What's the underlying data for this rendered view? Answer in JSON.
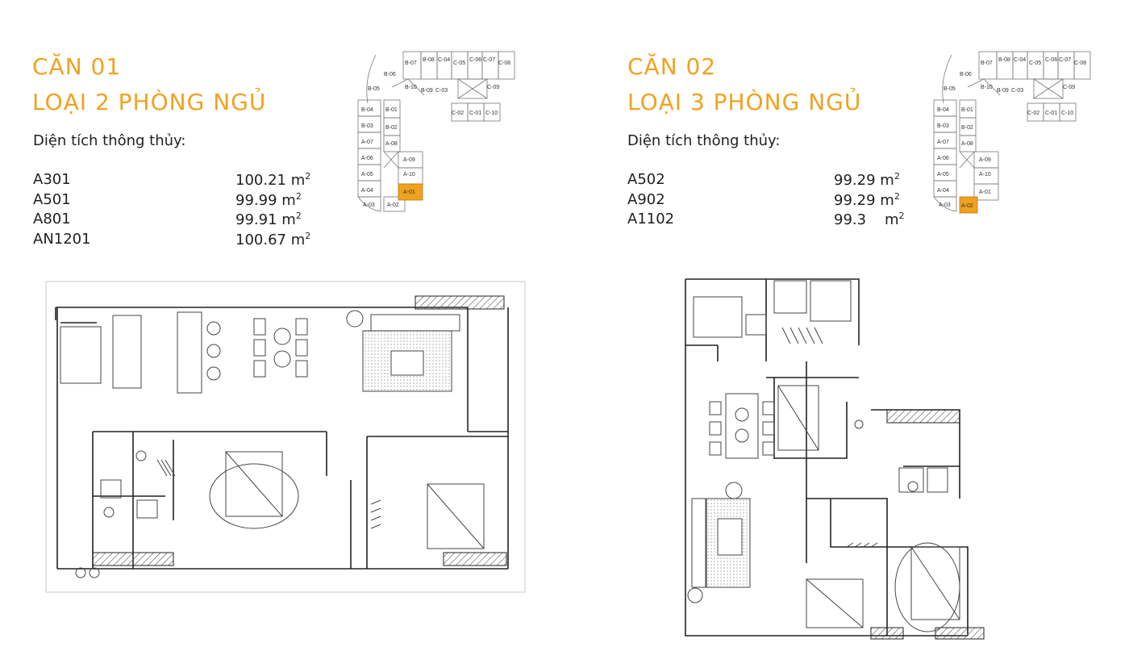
{
  "accent_color": "#f0a21f",
  "units": [
    {
      "title_line1": "CĂN 01",
      "title_line2": "LOẠI 2 PHÒNG NGỦ",
      "area_label": "Diện tích thông thủy:",
      "areas": [
        {
          "code": "A301",
          "value": "100.21",
          "unit": "m",
          "exp": "2"
        },
        {
          "code": "A501",
          "value": "99.99",
          "unit": "m",
          "exp": "2"
        },
        {
          "code": "A801",
          "value": "99.91",
          "unit": "m",
          "exp": "2"
        },
        {
          "code": "AN1201",
          "value": "100.67",
          "unit": "m",
          "exp": "2"
        }
      ],
      "highlighted_cell": "A-01"
    },
    {
      "title_line1": "CĂN 02",
      "title_line2": "LOẠI 3 PHÒNG NGỦ",
      "area_label": "Diện tích thông thủy:",
      "areas": [
        {
          "code": "A502",
          "value": "99.29",
          "unit": "m",
          "exp": "2"
        },
        {
          "code": "A902",
          "value": "99.29",
          "unit": "m",
          "exp": "2"
        },
        {
          "code": "A1102",
          "value": "99.3",
          "unit": "m",
          "exp": "2"
        }
      ],
      "highlighted_cell": "A-02"
    }
  ],
  "keyplan_labels": {
    "b_row_top": [
      "B-07",
      "B-08",
      "C-04",
      "C-05",
      "C-06",
      "C-07",
      "C-08"
    ],
    "b_row_mid": [
      "B-06",
      "B-10",
      "B-09",
      "C-03",
      "C-09"
    ],
    "b_left": [
      "B-05",
      "B-04",
      "B-03",
      "A-07",
      "A-06",
      "A-05",
      "A-04",
      "A-03"
    ],
    "b_center": [
      "B-01",
      "B-02",
      "A-08",
      "A-02"
    ],
    "c_row_low": [
      "C-02",
      "C-01",
      "C-10"
    ],
    "a_right": [
      "A-09",
      "A-10",
      "A-01"
    ]
  }
}
